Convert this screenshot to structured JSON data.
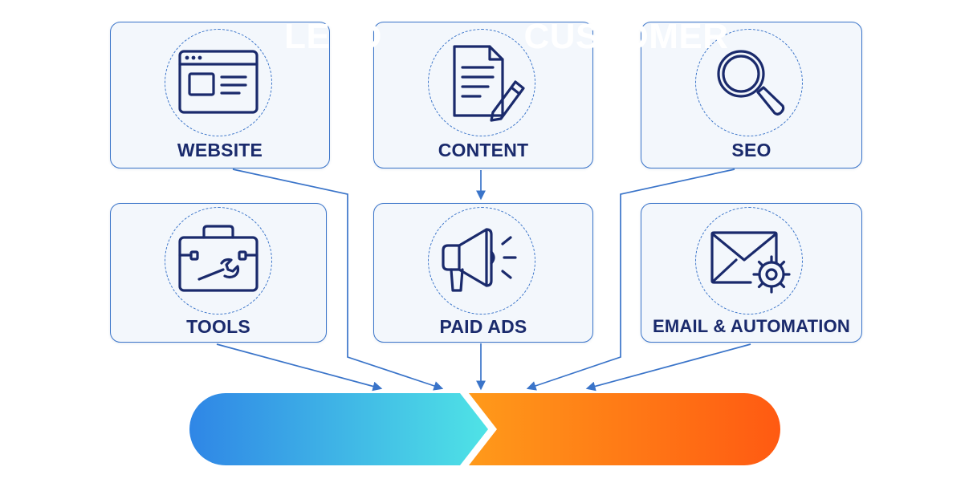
{
  "cards": [
    {
      "id": "website",
      "label": "WEBSITE",
      "icon": "browser-window-icon"
    },
    {
      "id": "content",
      "label": "CONTENT",
      "icon": "document-pencil-icon"
    },
    {
      "id": "seo",
      "label": "SEO",
      "icon": "magnifying-glass-icon"
    },
    {
      "id": "tools",
      "label": "TOOLS",
      "icon": "toolbox-wrench-icon"
    },
    {
      "id": "paid-ads",
      "label": "PAID ADS",
      "icon": "megaphone-icon"
    },
    {
      "id": "email",
      "label": "EMAIL & AUTOMATION",
      "icon": "envelope-gear-icon"
    }
  ],
  "funnel": {
    "lead_label": "LEAD",
    "customer_label": "CUSTOMER"
  },
  "colors": {
    "card_border": "#3a74c9",
    "card_bg": "#f3f7fc",
    "icon_stroke": "#1a2a6c",
    "label_text": "#1a2a6c",
    "lead_gradient_start": "#2f86e6",
    "lead_gradient_end": "#4fe3e6",
    "customer_gradient_start": "#ff9a1a",
    "customer_gradient_end": "#ff5a12"
  }
}
